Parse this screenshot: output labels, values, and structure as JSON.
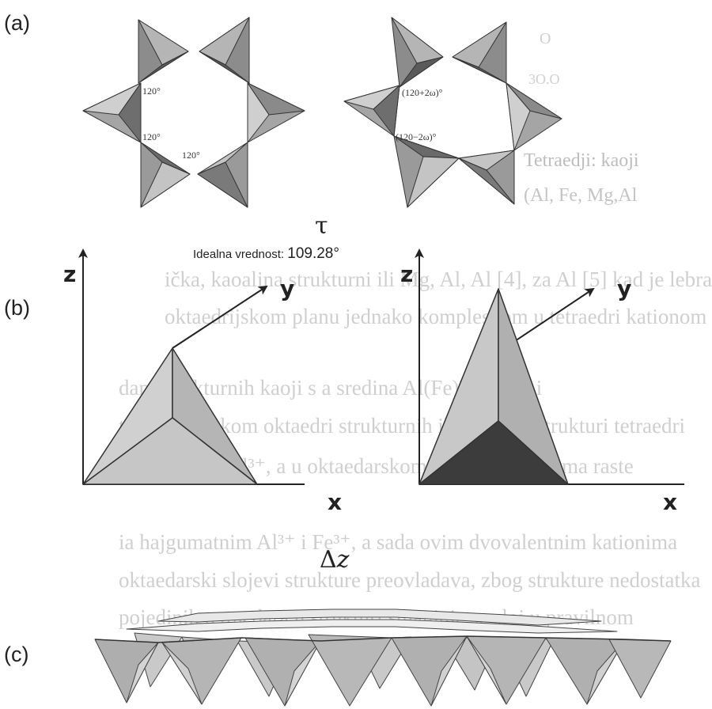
{
  "panels": {
    "a": "(a)",
    "b": "(b)",
    "c": "(c)"
  },
  "angles_left": {
    "top": "120°",
    "middle": "120°",
    "bottom": "120°"
  },
  "angles_right": {
    "top": "(120+2ω)°",
    "bottom": "(120−2ω)°"
  },
  "tau": {
    "symbol": "τ",
    "label": "Idealna vrednost:",
    "value": "109.28°"
  },
  "axes": {
    "z": "z",
    "y": "y",
    "x": "x"
  },
  "delta_z": {
    "symbol": "Δ",
    "var": "z"
  },
  "background_text": [
    "O",
    "3O.O",
    "Tetraedji: kaoji",
    "(Al, Fe, Mg,Al",
    "ička, kaoalina strukturni ili Mg, Al, Al [4], za Al [5] kad je lebra",
    "oktaedrijskom planu jednako kompleskom u tetraedri kationom",
    "dani strukturnih kaoji s a sredina Al(Fe)³⁺ mogu i",
    "tetra hedrijskom oktaedri strukturnih ili oktaedri strukturi tetraedri",
    "ili kaoilonin Al³⁺, a u oktaedarskom sloju sa kationima raste",
    "ia hajgumatnim Al³⁺ i Fe³⁺, a sada ovim dvovalentnim kationima",
    "oktaedarski slojevi strukture preovladava, zbog strukture nedostatka",
    "pojedinih tetraedara u strukturi smanjuje se sloj u pravilnom"
  ]
}
